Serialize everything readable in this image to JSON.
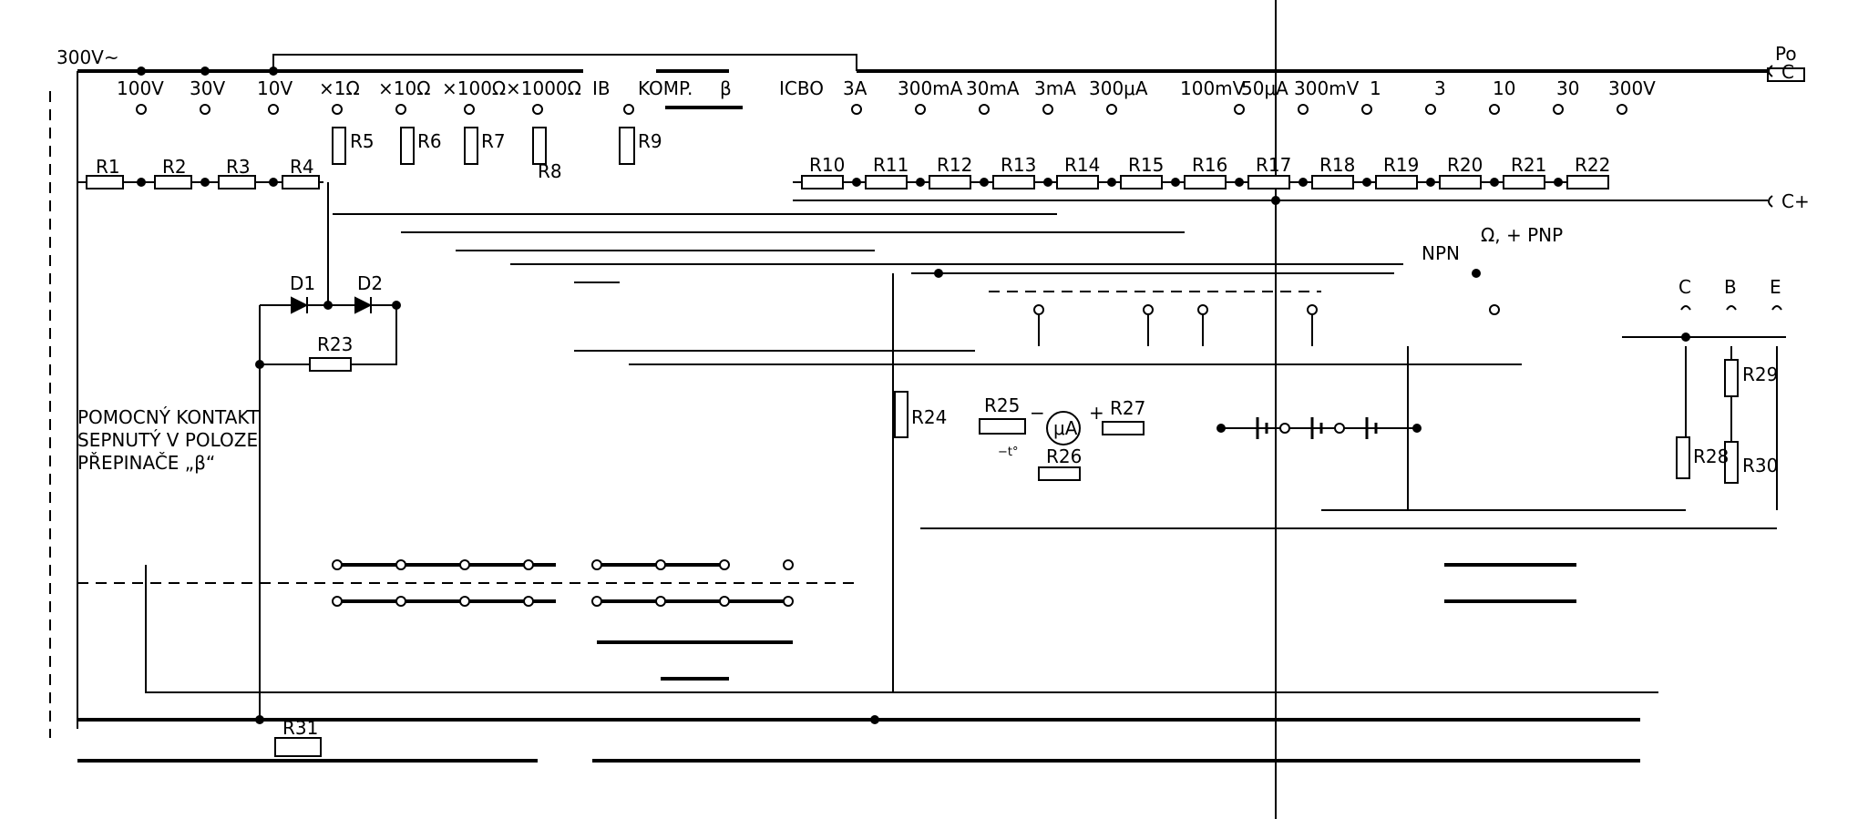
{
  "switch_positions": {
    "ac_input": "300V~",
    "voltage": [
      "100V",
      "30V",
      "10V"
    ],
    "ohms": [
      "×1Ω",
      "×10Ω",
      "×100Ω",
      "×1000Ω"
    ],
    "ib": "IB",
    "komp": "KOMP.",
    "beta": "β",
    "icbo": "ICBO",
    "current_voltage": [
      "3A",
      "300mA",
      "30mA",
      "3mA",
      "300μA",
      "100mV",
      "50μA",
      "300mV",
      "1",
      "3",
      "10",
      "30",
      "300V"
    ]
  },
  "terminals": {
    "fuse": "Po",
    "minus": "C",
    "plus": "C+",
    "transistor": [
      "C",
      "B",
      "E"
    ],
    "polarity_npn": "NPN",
    "polarity_pnp": "Ω, + PNP"
  },
  "components": {
    "top_resistors": [
      "R1",
      "R2",
      "R3",
      "R4",
      "R5",
      "R6",
      "R7",
      "R8",
      "R9"
    ],
    "shunt_resistors": [
      "R10",
      "R11",
      "R12",
      "R13",
      "R14",
      "R15",
      "R16",
      "R17",
      "R18",
      "R19",
      "R20",
      "R21",
      "R22"
    ],
    "diodes": [
      "D1",
      "D2"
    ],
    "others": [
      "R23",
      "R24",
      "R25",
      "R26",
      "R27",
      "R28",
      "R29",
      "R30",
      "R31"
    ],
    "meter": "μA",
    "meter_minus": "−",
    "meter_plus": "+",
    "thermistor_mark": "−t°"
  },
  "annotation": [
    "POMOCNÝ KONTAKT",
    "SEPNUTÝ V POLOZE",
    "PŘEPINAČE „β“"
  ]
}
